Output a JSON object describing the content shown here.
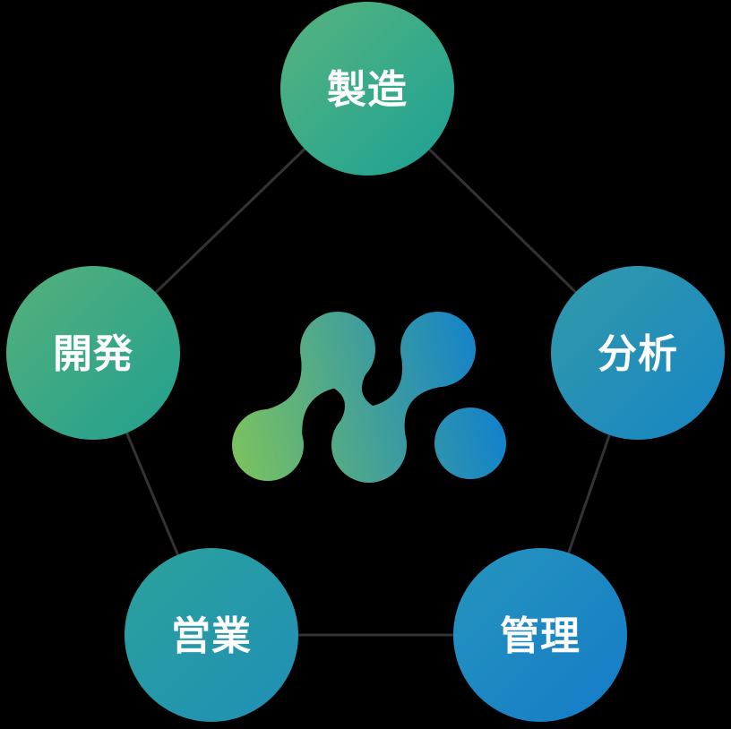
{
  "diagram": {
    "background_color": "#000000",
    "edge_line_color": "#333333",
    "label_text_color": "#ffffff",
    "nodes": [
      {
        "id": "manufacturing",
        "label": "製造",
        "position": "top",
        "gradient_start": "#58b47d",
        "gradient_end": "#1ba195"
      },
      {
        "id": "development",
        "label": "開発",
        "position": "left",
        "gradient_start": "#55b17a",
        "gradient_end": "#219f90"
      },
      {
        "id": "analysis",
        "label": "分析",
        "position": "right",
        "gradient_start": "#339aa9",
        "gradient_end": "#1685c5"
      },
      {
        "id": "sales",
        "label": "営業",
        "position": "bottom-left",
        "gradient_start": "#2ba29b",
        "gradient_end": "#1f8fb7"
      },
      {
        "id": "management",
        "label": "管理",
        "position": "bottom-right",
        "gradient_start": "#2695bd",
        "gradient_end": "#147bc8"
      }
    ],
    "edges": [
      [
        "manufacturing",
        "development"
      ],
      [
        "manufacturing",
        "analysis"
      ],
      [
        "development",
        "sales"
      ],
      [
        "analysis",
        "management"
      ],
      [
        "sales",
        "management"
      ]
    ],
    "center_logo": {
      "icon": "molecule-dots-logo",
      "gradient_start": "#7cc35e",
      "gradient_end": "#0c7ed2"
    }
  }
}
